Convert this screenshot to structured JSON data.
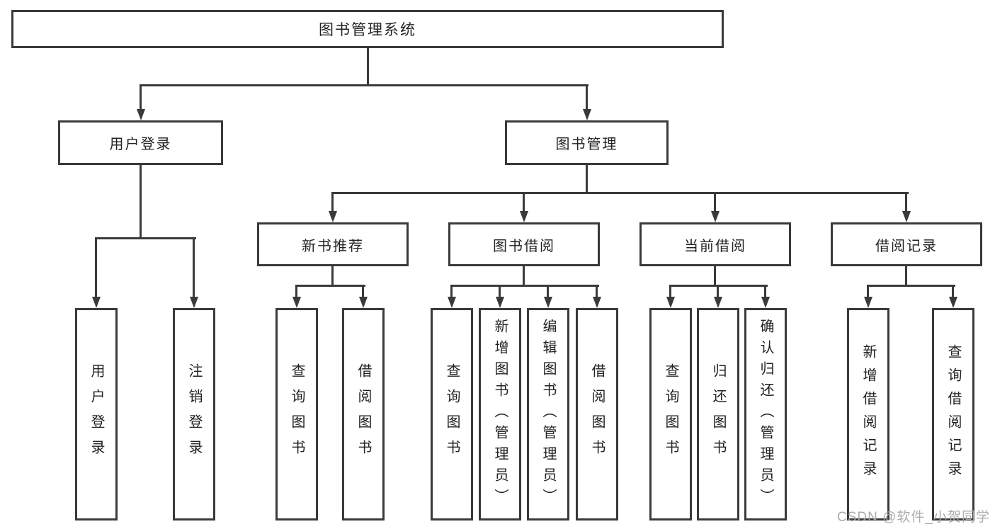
{
  "tree": {
    "root": "图书管理系统",
    "branches": [
      {
        "label": "用户登录",
        "children": [
          "用户登录",
          "注销登录"
        ]
      },
      {
        "label": "图书管理",
        "children": [
          {
            "label": "新书推荐",
            "children": [
              "查询图书",
              "借阅图书"
            ]
          },
          {
            "label": "图书借阅",
            "children": [
              "查询图书",
              "新增图书（管理员）",
              "编辑图书（管理员）",
              "借阅图书"
            ]
          },
          {
            "label": "当前借阅",
            "children": [
              "查询图书",
              "归还图书",
              "确认归还（管理员）"
            ]
          },
          {
            "label": "借阅记录",
            "children": [
              "新增借阅记录",
              "查询借阅记录"
            ]
          }
        ]
      }
    ]
  },
  "watermark": {
    "text": "CSDN @软件_小贺同学"
  },
  "colors": {
    "line": "#3a3a3a",
    "text": "#222222",
    "watermark": "#a8a8a8",
    "background": "#ffffff"
  }
}
